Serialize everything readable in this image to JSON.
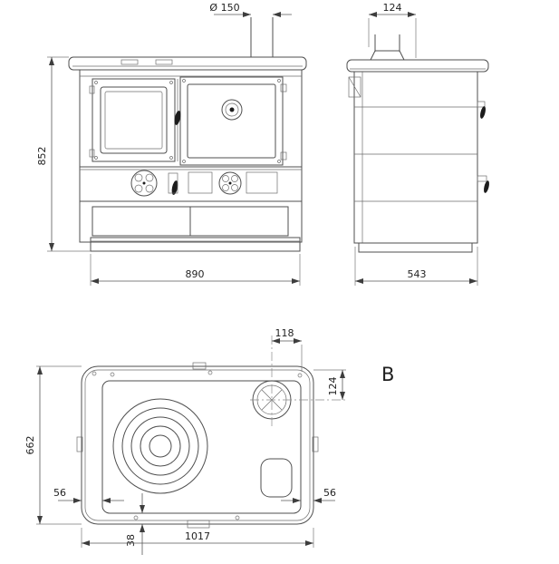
{
  "labels": {
    "front": {
      "flue_diameter": "Ø 150",
      "height": "852",
      "width": "890"
    },
    "side": {
      "flue_offset": "124",
      "depth": "543"
    },
    "top": {
      "flue_x": "118",
      "flue_y": "124",
      "depth": "662",
      "margin_left": "56",
      "margin_right": "56",
      "rim": "38",
      "width": "1017"
    },
    "view_label": "B"
  }
}
